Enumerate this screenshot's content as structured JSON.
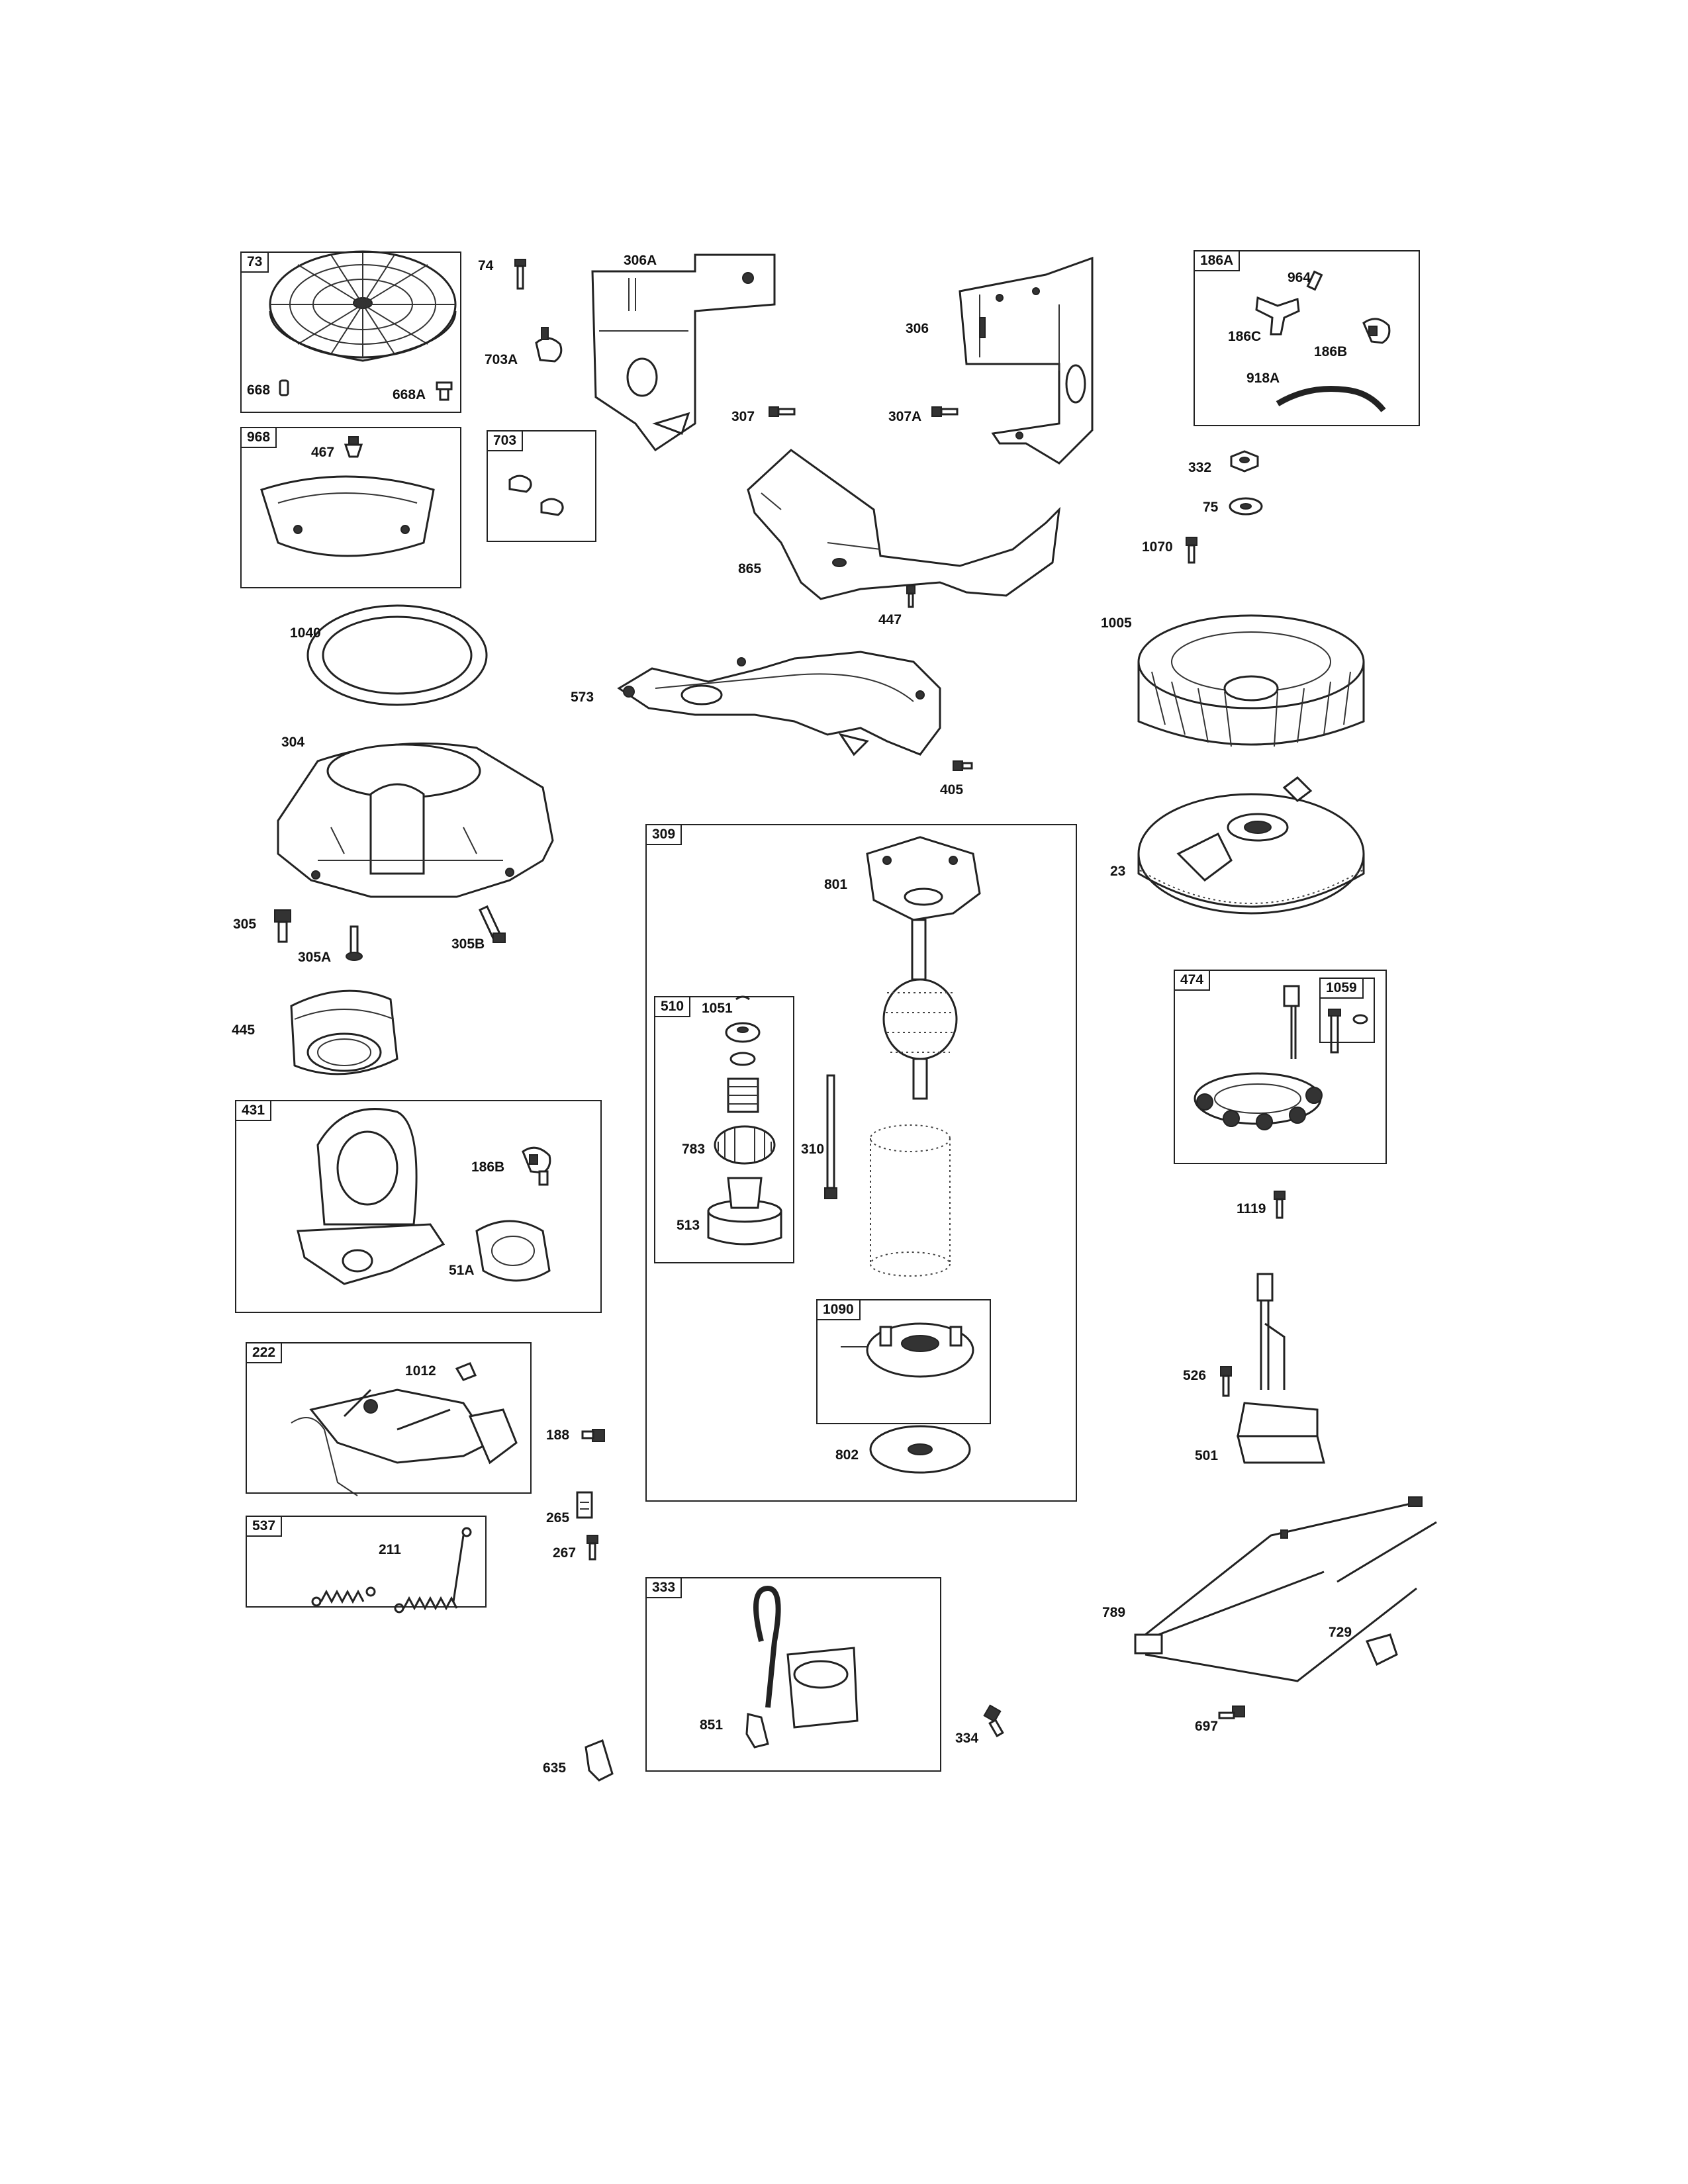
{
  "groups": [
    {
      "id": "73",
      "children": [
        "668",
        "668A"
      ]
    },
    {
      "id": "968",
      "children": [
        "467"
      ]
    },
    {
      "id": "703",
      "children": []
    },
    {
      "id": "186A",
      "children": [
        "964",
        "186C",
        "186B",
        "918A"
      ]
    },
    {
      "id": "309",
      "children": [
        "801",
        "510",
        "310",
        "1090",
        "802"
      ]
    },
    {
      "id": "510",
      "children": [
        "1051",
        "783",
        "513"
      ]
    },
    {
      "id": "1090",
      "children": []
    },
    {
      "id": "474",
      "children": [
        "1059"
      ]
    },
    {
      "id": "1059",
      "children": []
    },
    {
      "id": "431",
      "children": [
        "186B",
        "51A"
      ]
    },
    {
      "id": "222",
      "children": [
        "1012"
      ]
    },
    {
      "id": "537",
      "children": [
        "211"
      ]
    },
    {
      "id": "333",
      "children": [
        "851"
      ]
    }
  ],
  "labels": {
    "p73": "73",
    "p74": "74",
    "p306A": "306A",
    "p306": "306",
    "p186A": "186A",
    "p964": "964",
    "p186C": "186C",
    "p186B_top": "186B",
    "p918A": "918A",
    "p703A": "703A",
    "p668": "668",
    "p668A": "668A",
    "p307": "307",
    "p307A": "307A",
    "p968": "968",
    "p467": "467",
    "p703": "703",
    "p332": "332",
    "p75": "75",
    "p1070": "1070",
    "p865": "865",
    "p447": "447",
    "p1040": "1040",
    "p1005": "1005",
    "p573": "573",
    "p304": "304",
    "p405": "405",
    "p309": "309",
    "p801": "801",
    "p23": "23",
    "p305": "305",
    "p305A": "305A",
    "p305B": "305B",
    "p445": "445",
    "p510": "510",
    "p1051": "1051",
    "p474": "474",
    "p1059": "1059",
    "p431": "431",
    "p783": "783",
    "p310": "310",
    "p186B": "186B",
    "p513": "513",
    "p51A": "51A",
    "p1119": "1119",
    "p1090": "1090",
    "p222": "222",
    "p1012": "1012",
    "p526": "526",
    "p188": "188",
    "p802": "802",
    "p501": "501",
    "p265": "265",
    "p537": "537",
    "p211": "211",
    "p267": "267",
    "p333": "333",
    "p789": "789",
    "p729": "729",
    "p851": "851",
    "p334": "334",
    "p697": "697",
    "p635": "635"
  }
}
